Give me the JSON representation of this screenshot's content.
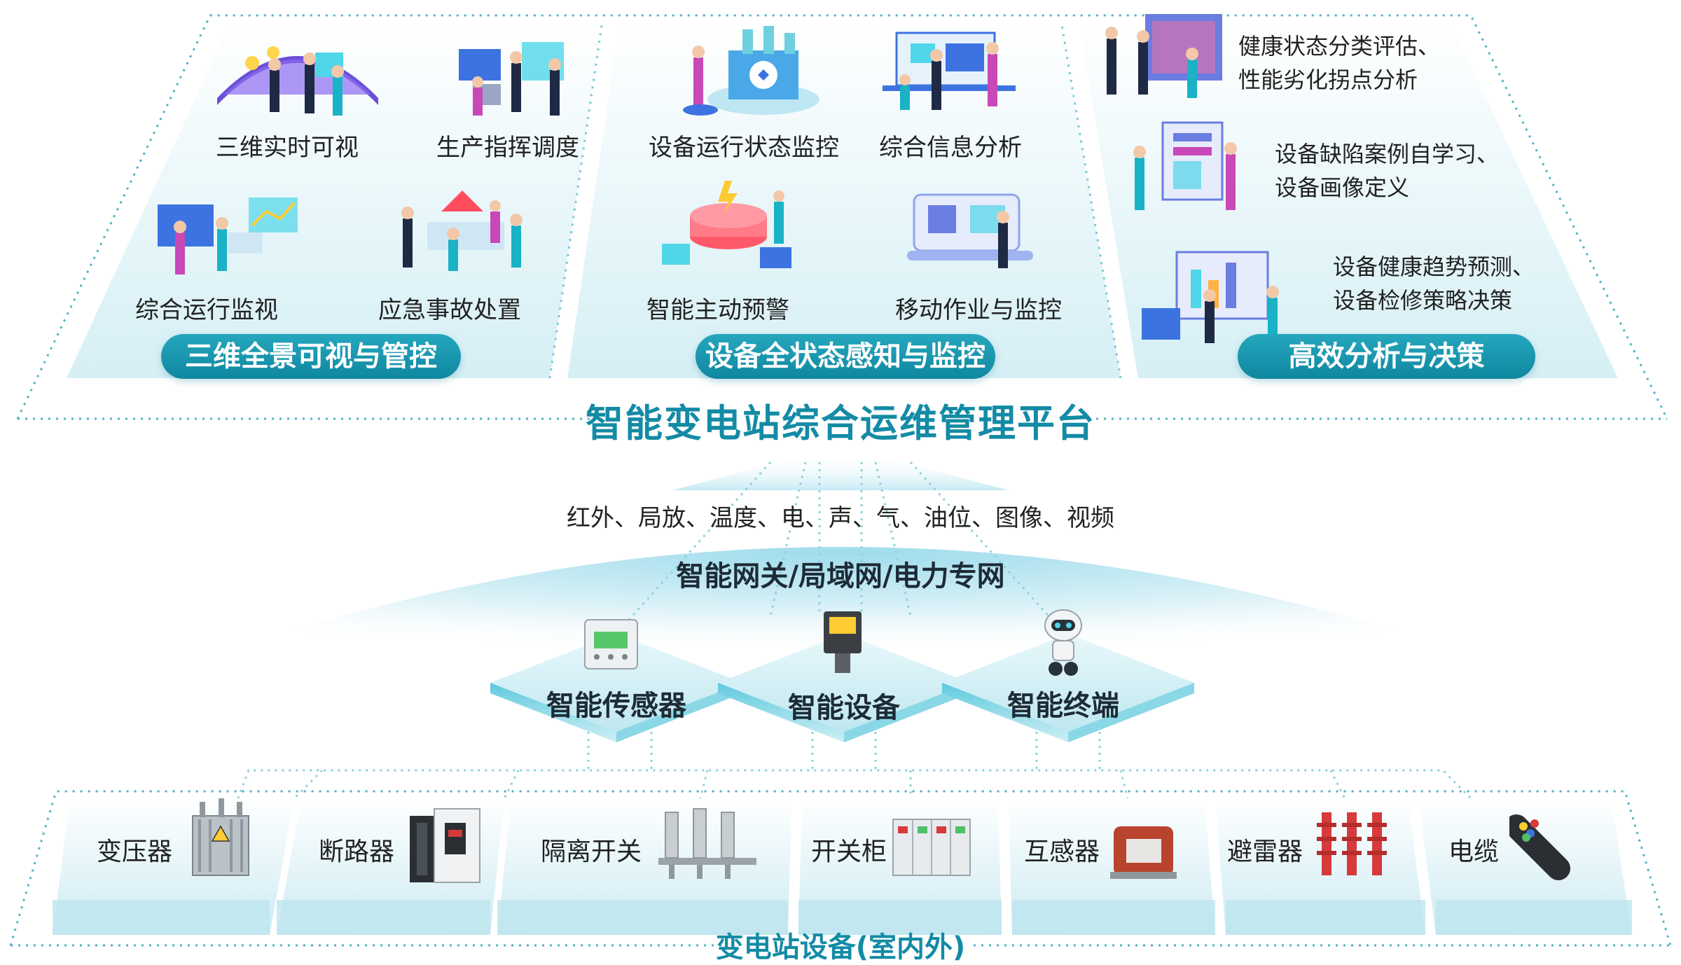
{
  "platform": {
    "title": "智能变电站综合运维管理平台",
    "panels": [
      {
        "pill": "三维全景可视与管控",
        "items": [
          "三维实时可视",
          "生产指挥调度",
          "综合运行监视",
          "应急事故处置"
        ]
      },
      {
        "pill": "设备全状态感知与监控",
        "items": [
          "设备运行状态监控",
          "综合信息分析",
          "智能主动预警",
          "移动作业与监控"
        ]
      },
      {
        "pill": "高效分析与决策",
        "items": [
          [
            "健康状态分类评估、",
            "性能劣化拐点分析"
          ],
          [
            "设备缺陷案例自学习、",
            "设备画像定义"
          ],
          [
            "设备健康趋势预测、",
            "设备检修策略决策"
          ]
        ]
      }
    ]
  },
  "network": {
    "signals": "红外、局放、温度、电、声、气、油位、图像、视频",
    "gateway": "智能网关/局域网/电力专网"
  },
  "smart_layer": [
    "智能传感器",
    "智能设备",
    "智能终端"
  ],
  "devices": {
    "items": [
      "变压器",
      "断路器",
      "隔离开关",
      "开关柜",
      "互感器",
      "避雷器",
      "电缆"
    ],
    "title": "变电站设备(室内外)"
  },
  "colors": {
    "accent": "#138ba5",
    "pill": "#1a98b0",
    "panel": "#e6f6fa"
  }
}
